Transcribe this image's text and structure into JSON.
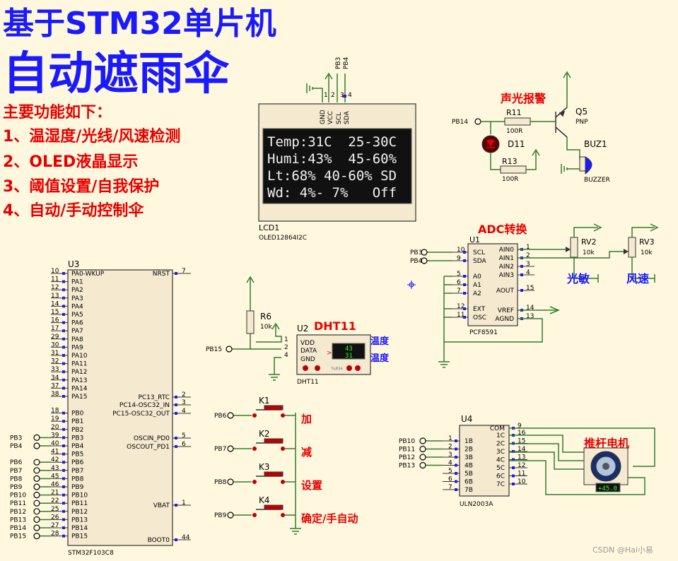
{
  "title": {
    "line1": "基于STM32单片机",
    "line2": "自动遮雨伞"
  },
  "features": {
    "heading": "主要功能如下：",
    "items": [
      "1、温湿度/光线/风速检测",
      "2、OLED液晶显示",
      "3、阈值设置/自我保护",
      "4、自动/手动控制伞"
    ]
  },
  "lcd": {
    "ref": "LCD1",
    "part": "OLED12864I2C",
    "pins": [
      "GND",
      "VCC",
      "SCL",
      "SDA"
    ],
    "pin_nums": [
      "1",
      "2",
      "3",
      "4"
    ],
    "top_nets": [
      "PB3",
      "PB4"
    ],
    "lines": [
      "Temp:31C  25-30C",
      "Humi:43%  45-60%",
      "Lt:68% 40-60% SD",
      "Wd: 4%- 7%   Off"
    ]
  },
  "alarm": {
    "label": "声光报警",
    "net": "PB14",
    "r11": {
      "ref": "R11",
      "val": "100R"
    },
    "r13": {
      "ref": "R13",
      "val": "100R"
    },
    "d11": "D11",
    "q5": {
      "ref": "Q5",
      "type": "PNP"
    },
    "buz": {
      "ref": "BUZ1",
      "type": "BUZZER"
    }
  },
  "adc": {
    "label": "ADC转换",
    "ref": "U1",
    "part": "PCF8591",
    "left_pins": [
      {
        "name": "SCL",
        "num": "10",
        "net": "PB3"
      },
      {
        "name": "SDA",
        "num": "9",
        "net": "PB4"
      },
      {
        "name": "A0",
        "num": "5"
      },
      {
        "name": "A1",
        "num": "6"
      },
      {
        "name": "A2",
        "num": "7"
      },
      {
        "name": "EXT",
        "num": "12"
      },
      {
        "name": "OSC",
        "num": "11"
      }
    ],
    "right_pins": [
      {
        "name": "AIN0",
        "num": "1"
      },
      {
        "name": "AIN1",
        "num": "2"
      },
      {
        "name": "AIN2",
        "num": "3"
      },
      {
        "name": "AIN3",
        "num": "4"
      },
      {
        "name": "AOUT",
        "num": "15"
      },
      {
        "name": "VREF",
        "num": "14"
      },
      {
        "name": "AGND",
        "num": "13"
      }
    ],
    "rv2": {
      "ref": "RV2",
      "val": "10k",
      "label": "光敏"
    },
    "rv3": {
      "ref": "RV3",
      "val": "10k",
      "label": "风速"
    }
  },
  "mcu": {
    "ref": "U3",
    "part": "STM32F103C8",
    "left_pins": [
      {
        "name": "PA0-WKUP",
        "num": "10"
      },
      {
        "name": "PA1",
        "num": "11"
      },
      {
        "name": "PA2",
        "num": "12"
      },
      {
        "name": "PA3",
        "num": "13"
      },
      {
        "name": "PA4",
        "num": "14"
      },
      {
        "name": "PA5",
        "num": "15"
      },
      {
        "name": "PA6",
        "num": "16"
      },
      {
        "name": "PA7",
        "num": "17"
      },
      {
        "name": "PA8",
        "num": "29"
      },
      {
        "name": "PA9",
        "num": "30"
      },
      {
        "name": "PA10",
        "num": "31"
      },
      {
        "name": "PA11",
        "num": "32"
      },
      {
        "name": "PA12",
        "num": "33"
      },
      {
        "name": "PA13",
        "num": "34"
      },
      {
        "name": "PA14",
        "num": "37"
      },
      {
        "name": "PA15",
        "num": "38"
      },
      {
        "name": "PB0",
        "num": "18"
      },
      {
        "name": "PB1",
        "num": "19"
      },
      {
        "name": "PB2",
        "num": "20"
      },
      {
        "name": "PB3",
        "num": "39",
        "net": "PB3"
      },
      {
        "name": "PB4",
        "num": "40",
        "net": "PB4"
      },
      {
        "name": "PB5",
        "num": "41"
      },
      {
        "name": "PB6",
        "num": "42",
        "net": "PB6"
      },
      {
        "name": "PB7",
        "num": "43",
        "net": "PB7"
      },
      {
        "name": "PB8",
        "num": "45",
        "net": "PB8"
      },
      {
        "name": "PB9",
        "num": "46",
        "net": "PB9"
      },
      {
        "name": "PB10",
        "num": "21",
        "net": "PB10"
      },
      {
        "name": "PB11",
        "num": "22",
        "net": "PB11"
      },
      {
        "name": "PB12",
        "num": "25",
        "net": "PB12"
      },
      {
        "name": "PB13",
        "num": "26",
        "net": "PB13"
      },
      {
        "name": "PB14",
        "num": "27",
        "net": "PB14"
      },
      {
        "name": "PB15",
        "num": "28",
        "net": "PB15"
      }
    ],
    "right_pins": [
      {
        "name": "NRST",
        "num": "7"
      },
      {
        "name": "PC13_RTC",
        "num": "2"
      },
      {
        "name": "PC14-OSC32_IN",
        "num": "3"
      },
      {
        "name": "PC15-OSC32_OUT",
        "num": "4"
      },
      {
        "name": "OSCIN_PD0",
        "num": "5"
      },
      {
        "name": "OSCOUT_PD1",
        "num": "6"
      },
      {
        "name": "VBAT",
        "num": "1"
      },
      {
        "name": "BOOT0",
        "num": "44"
      }
    ]
  },
  "dht": {
    "label": "DHT11",
    "ref": "U2",
    "part": "DHT11",
    "r6": {
      "ref": "R6",
      "val": "10k"
    },
    "net": "PB15",
    "pins": [
      {
        "name": "VDD",
        "num": "1"
      },
      {
        "name": "DATA",
        "num": "2"
      },
      {
        "name": "GND",
        "num": "4"
      }
    ],
    "values": [
      "43",
      "31"
    ],
    "unit": "%RH",
    "side_labels": [
      "温度",
      "温度"
    ]
  },
  "keys": [
    {
      "ref": "K1",
      "net": "PB6",
      "label": "加"
    },
    {
      "ref": "K2",
      "net": "PB7",
      "label": "减"
    },
    {
      "ref": "K3",
      "net": "PB8",
      "label": "设置"
    },
    {
      "ref": "K4",
      "net": "PB9",
      "label": "确定/手自动"
    }
  ],
  "uln": {
    "ref": "U4",
    "part": "ULN2003A",
    "left_pins": [
      {
        "name": "1B",
        "num": "1",
        "net": "PB10"
      },
      {
        "name": "2B",
        "num": "2",
        "net": "PB11"
      },
      {
        "name": "3B",
        "num": "3",
        "net": "PB12"
      },
      {
        "name": "4B",
        "num": "4",
        "net": "PB13"
      },
      {
        "name": "5B",
        "num": "5"
      },
      {
        "name": "6B",
        "num": "6"
      },
      {
        "name": "7B",
        "num": "7"
      }
    ],
    "right_pins": [
      {
        "name": "COM",
        "num": "9"
      },
      {
        "name": "1C",
        "num": "16"
      },
      {
        "name": "2C",
        "num": "15"
      },
      {
        "name": "3C",
        "num": "14"
      },
      {
        "name": "4C",
        "num": "13"
      },
      {
        "name": "5C",
        "num": "12"
      },
      {
        "name": "6C",
        "num": "11"
      },
      {
        "name": "7C",
        "num": "10"
      }
    ],
    "motor_label": "推杆电机",
    "motor_readout": "+45.0"
  },
  "watermark": "CSDN @Hai小易",
  "colors": {
    "background": "#fff8de",
    "wire": "#2e7d32",
    "body": "#f5ead0",
    "accent": "#e60000",
    "label_blue": "#1a1aff",
    "oled_bg": "#111111"
  }
}
